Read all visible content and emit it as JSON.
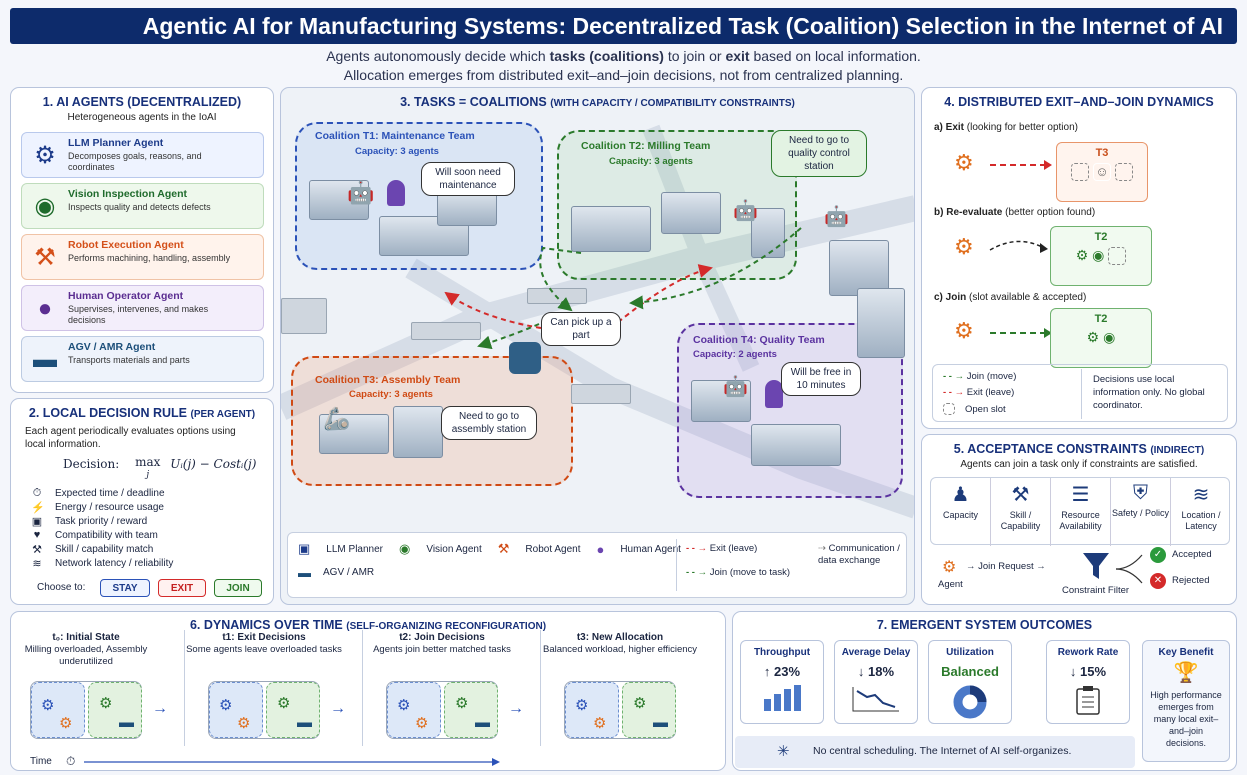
{
  "header": {
    "title": "Agentic AI for Manufacturing Systems: Decentralized Task (Coalition) Selection in the Internet of AI",
    "subtitle_line1_pre": "Agents autonomously decide which ",
    "subtitle_line1_bold1": "tasks (coalitions)",
    "subtitle_line1_mid": " to join or ",
    "subtitle_line1_bold2": "exit",
    "subtitle_line1_post": " based on local information.",
    "subtitle_line2": "Allocation emerges from distributed exit–and–join decisions, not from centralized planning."
  },
  "panel1": {
    "title": "1. AI AGENTS (DECENTRALIZED)",
    "subtitle": "Heterogeneous agents in the IoAI",
    "agents": [
      {
        "name": "LLM Planner Agent",
        "desc": "Decomposes goals, reasons, and coordinates",
        "color": "#1d3b8a",
        "icon": "robot-icon"
      },
      {
        "name": "Vision Inspection Agent",
        "desc": "Inspects quality and detects defects",
        "color": "#1f6b2c",
        "icon": "camera-icon"
      },
      {
        "name": "Robot Execution Agent",
        "desc": "Performs machining, handling, assembly",
        "color": "#d4501a",
        "icon": "robot-arm-icon"
      },
      {
        "name": "Human Operator Agent",
        "desc": "Supervises, intervenes, and makes decisions",
        "color": "#5b2e91",
        "icon": "human-icon"
      },
      {
        "name": "AGV / AMR Agent",
        "desc": "Transports materials and parts",
        "color": "#1d4f7a",
        "icon": "agv-icon"
      }
    ]
  },
  "panel2": {
    "title": "2. LOCAL DECISION RULE",
    "title_small": "(PER AGENT)",
    "intro": "Each agent periodically evaluates options using local information.",
    "decision_label": "Decision:",
    "formula_max": "max",
    "formula_sub": "j",
    "formula_body": "Uᵢ(j) − Costᵢ(j)",
    "factors": [
      {
        "icon": "clock-icon",
        "glyph": "⏱",
        "label": "Expected time / deadline"
      },
      {
        "icon": "lightning-icon",
        "glyph": "⚡",
        "label": "Energy / resource usage"
      },
      {
        "icon": "box-icon",
        "glyph": "▣",
        "label": "Task priority / reward"
      },
      {
        "icon": "heart-icon",
        "glyph": "♥",
        "label": "Compatibility with team"
      },
      {
        "icon": "tools-icon",
        "glyph": "⚒",
        "label": "Skill / capability match"
      },
      {
        "icon": "wifi-icon",
        "glyph": "≋",
        "label": "Network latency / reliability"
      }
    ],
    "choose_label": "Choose to:",
    "stay": "STAY",
    "exit": "EXIT",
    "join": "JOIN"
  },
  "panel3": {
    "title": "3. TASKS = COALITIONS",
    "title_small": "(WITH CAPACITY / COMPATIBILITY CONSTRAINTS)",
    "coalitions": [
      {
        "name": "Coalition T1: Maintenance Team",
        "capacity": "Capacity: 3 agents",
        "color": "#2b52b8"
      },
      {
        "name": "Coalition T2: Milling Team",
        "capacity": "Capacity: 3 agents",
        "color": "#2b7a2b"
      },
      {
        "name": "Coalition T3: Assembly Team",
        "capacity": "Capacity: 3 agents",
        "color": "#d04a14"
      },
      {
        "name": "Coalition T4: Quality Team",
        "capacity": "Capacity: 2 agents",
        "color": "#5b33a0"
      }
    ],
    "bubbles": {
      "maint": "Will soon need maintenance",
      "quality": "Need to go to quality control station",
      "pick": "Can pick up a part",
      "free": "Will be free in 10 minutes",
      "assembly": "Need to go to assembly station"
    },
    "legend": {
      "llm": "LLM Planner",
      "vision": "Vision Agent",
      "robot": "Robot Agent",
      "human": "Human Agent",
      "agv": "AGV / AMR",
      "exit": "Exit (leave)",
      "join": "Join (move to task)",
      "comm": "Communication / data exchange"
    }
  },
  "panel4": {
    "title": "4. DISTRIBUTED EXIT–AND–JOIN DYNAMICS",
    "a_label": "a) Exit",
    "a_note": "(looking for better option)",
    "b_label": "b) Re-evaluate",
    "b_note": "(better option found)",
    "c_label": "c) Join",
    "c_note": "(slot available & accepted)",
    "t3": "T3",
    "t2": "T2",
    "t2b": "T2",
    "legend_join": "Join (move)",
    "legend_exit": "Exit (leave)",
    "legend_slot": "Open slot",
    "note": "Decisions use local information only. No global coordinator."
  },
  "panel5": {
    "title": "5. ACCEPTANCE CONSTRAINTS",
    "title_small": "(INDIRECT)",
    "intro": "Agents can join a task only if constraints are satisfied.",
    "constraints": [
      {
        "icon": "people-icon",
        "glyph": "♟",
        "label": "Capacity"
      },
      {
        "icon": "wrench-icon",
        "glyph": "⚒",
        "label": "Skill / Capability"
      },
      {
        "icon": "database-icon",
        "glyph": "☰",
        "label": "Resource Availability"
      },
      {
        "icon": "shield-icon",
        "glyph": "⛨",
        "label": "Safety / Policy"
      },
      {
        "icon": "wifi-icon",
        "glyph": "≋",
        "label": "Location / Latency"
      }
    ],
    "agent": "Agent",
    "join_request": "Join Request",
    "filter": "Constraint Filter",
    "accepted": "Accepted",
    "rejected": "Rejected"
  },
  "panel6": {
    "title": "6. DYNAMICS OVER TIME",
    "title_small": "(SELF-ORGANIZING RECONFIGURATION)",
    "stages": [
      {
        "title": "t₀: Initial State",
        "desc": "Milling overloaded, Assembly underutilized"
      },
      {
        "title": "t1: Exit Decisions",
        "desc": "Some agents leave overloaded tasks"
      },
      {
        "title": "t2: Join Decisions",
        "desc": "Agents join better matched tasks"
      },
      {
        "title": "t3: New Allocation",
        "desc": "Balanced workload, higher efficiency"
      }
    ],
    "time": "Time"
  },
  "panel7": {
    "title": "7. EMERGENT SYSTEM OUTCOMES",
    "metrics": [
      {
        "title": "Throughput",
        "value": "↑ 23%"
      },
      {
        "title": "Average Delay",
        "value": "↓ 18%"
      },
      {
        "title": "Utilization",
        "value": "Balanced"
      },
      {
        "title": "Rework Rate",
        "value": "↓ 15%"
      }
    ],
    "key_title": "Key Benefit",
    "key_text": "High performance emerges from many local exit–and–join decisions.",
    "footer": "No central scheduling. The Internet of AI self-organizes."
  },
  "colors": {
    "navy": "#0d2b6b",
    "blue": "#2b52b8",
    "green": "#2b7a2b",
    "orange": "#d04a14",
    "purple": "#5b33a0",
    "red": "#d42a2a"
  }
}
